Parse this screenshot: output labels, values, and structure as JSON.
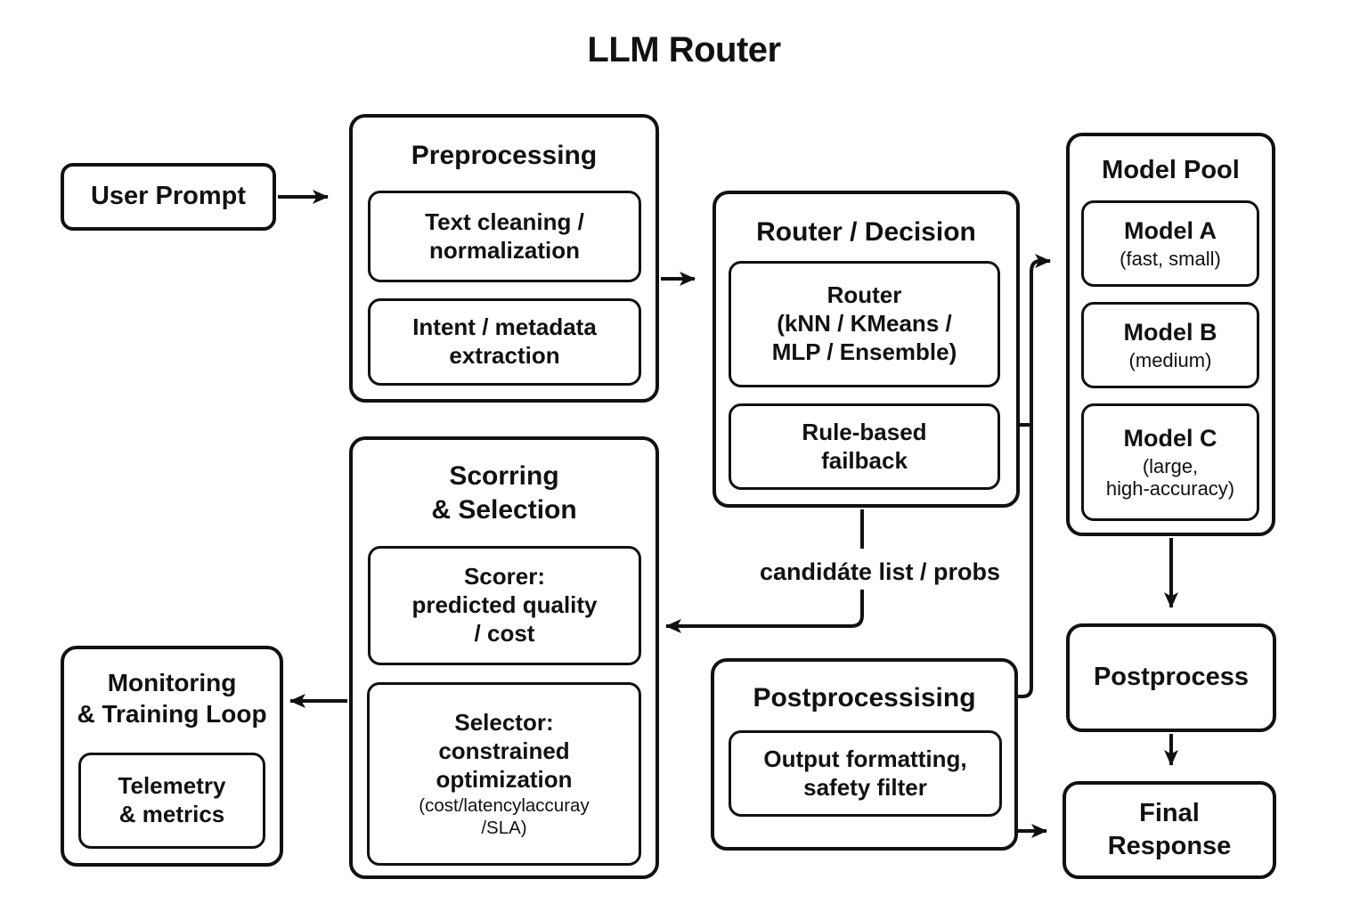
{
  "title": "LLM Router",
  "nodes": {
    "user_prompt": {
      "label": "User Prompt"
    },
    "preprocessing": {
      "title": "Preprocessing",
      "items": [
        {
          "label": "Text cleaning /\nnormalization"
        },
        {
          "label": "Intent / metadata\nextraction"
        }
      ]
    },
    "router_decision": {
      "title": "Router / Decision",
      "items": [
        {
          "label": "Router\n(kNN / KMeans /\nMLP / Ensemble)"
        },
        {
          "label": "Rule-based\nfailback"
        }
      ]
    },
    "model_pool": {
      "title": "Model Pool",
      "items": [
        {
          "name": "Model A",
          "detail": "(fast, small)"
        },
        {
          "name": "Model B",
          "detail": "(medium)"
        },
        {
          "name": "Model C",
          "detail": "(large,\nhigh-accuracy)"
        }
      ]
    },
    "scoring_selection": {
      "title": "Scorring\n& Selection",
      "items": [
        {
          "label": "Scorer:\npredicted quality\n/ cost"
        },
        {
          "label": "Selector:\nconstrained\noptimization",
          "detail": "(cost/latencylaccuray\n/SLA)"
        }
      ]
    },
    "monitoring": {
      "title": "Monitoring\n& Training Loop",
      "items": [
        {
          "label": "Telemetry\n& metrics"
        }
      ]
    },
    "postprocessing_group": {
      "title": "Postprocessising",
      "items": [
        {
          "label": "Output formatting,\nsafety filter"
        }
      ]
    },
    "postprocess": {
      "label": "Postprocess"
    },
    "final_response": {
      "label": "Final\nResponse"
    }
  },
  "edge_labels": {
    "candidate_list": "candidáte list / probs"
  },
  "colors": {
    "stroke": "#111111",
    "background": "#ffffff"
  }
}
